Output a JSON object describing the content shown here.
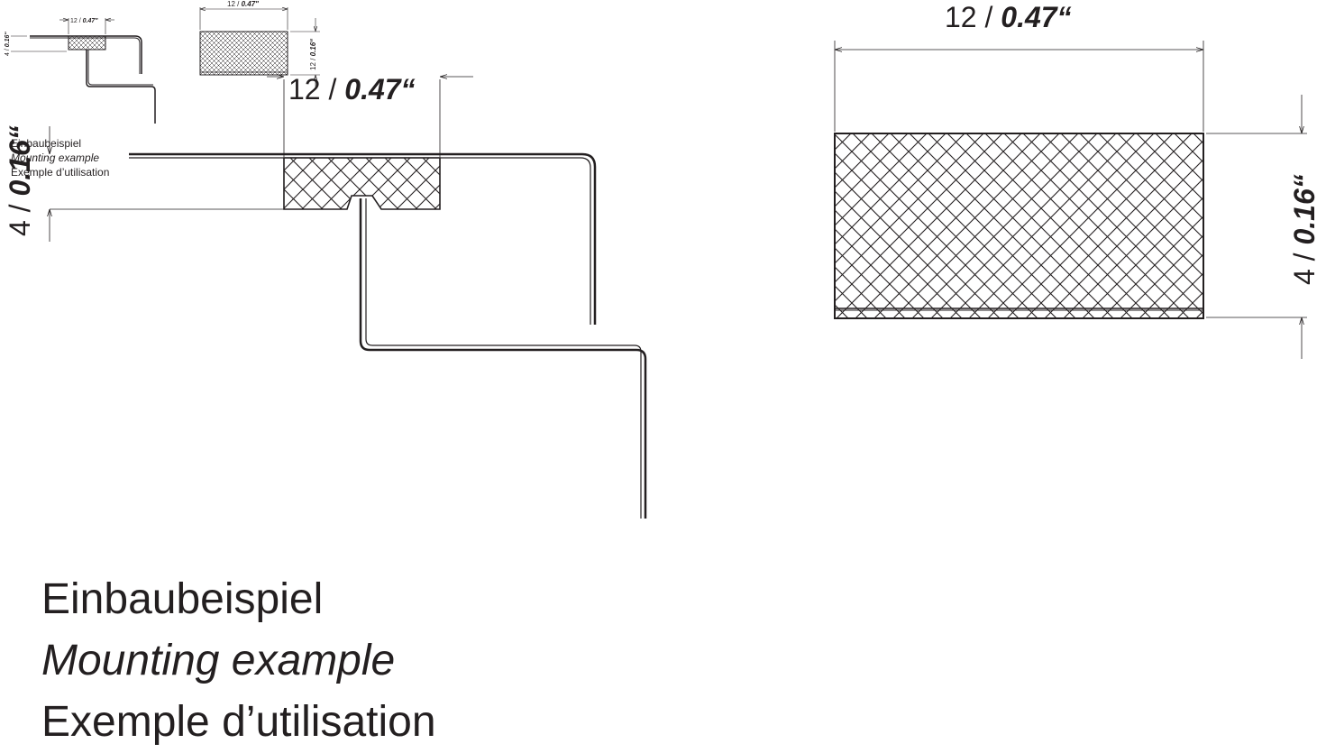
{
  "dimensions": {
    "width_label": {
      "metric": "12 / ",
      "imperial": "0.47“"
    },
    "thickness_label": {
      "metric": "4 / ",
      "imperial": "0.16“"
    },
    "thumb_width_label": {
      "metric": "12 / ",
      "imperial": "0.47\""
    }
  },
  "caption": {
    "de": "Einbaubeispiel",
    "en": "Mounting example",
    "fr": "Exemple d’utilisation"
  },
  "colors": {
    "line": "#231f20",
    "background": "#ffffff"
  }
}
